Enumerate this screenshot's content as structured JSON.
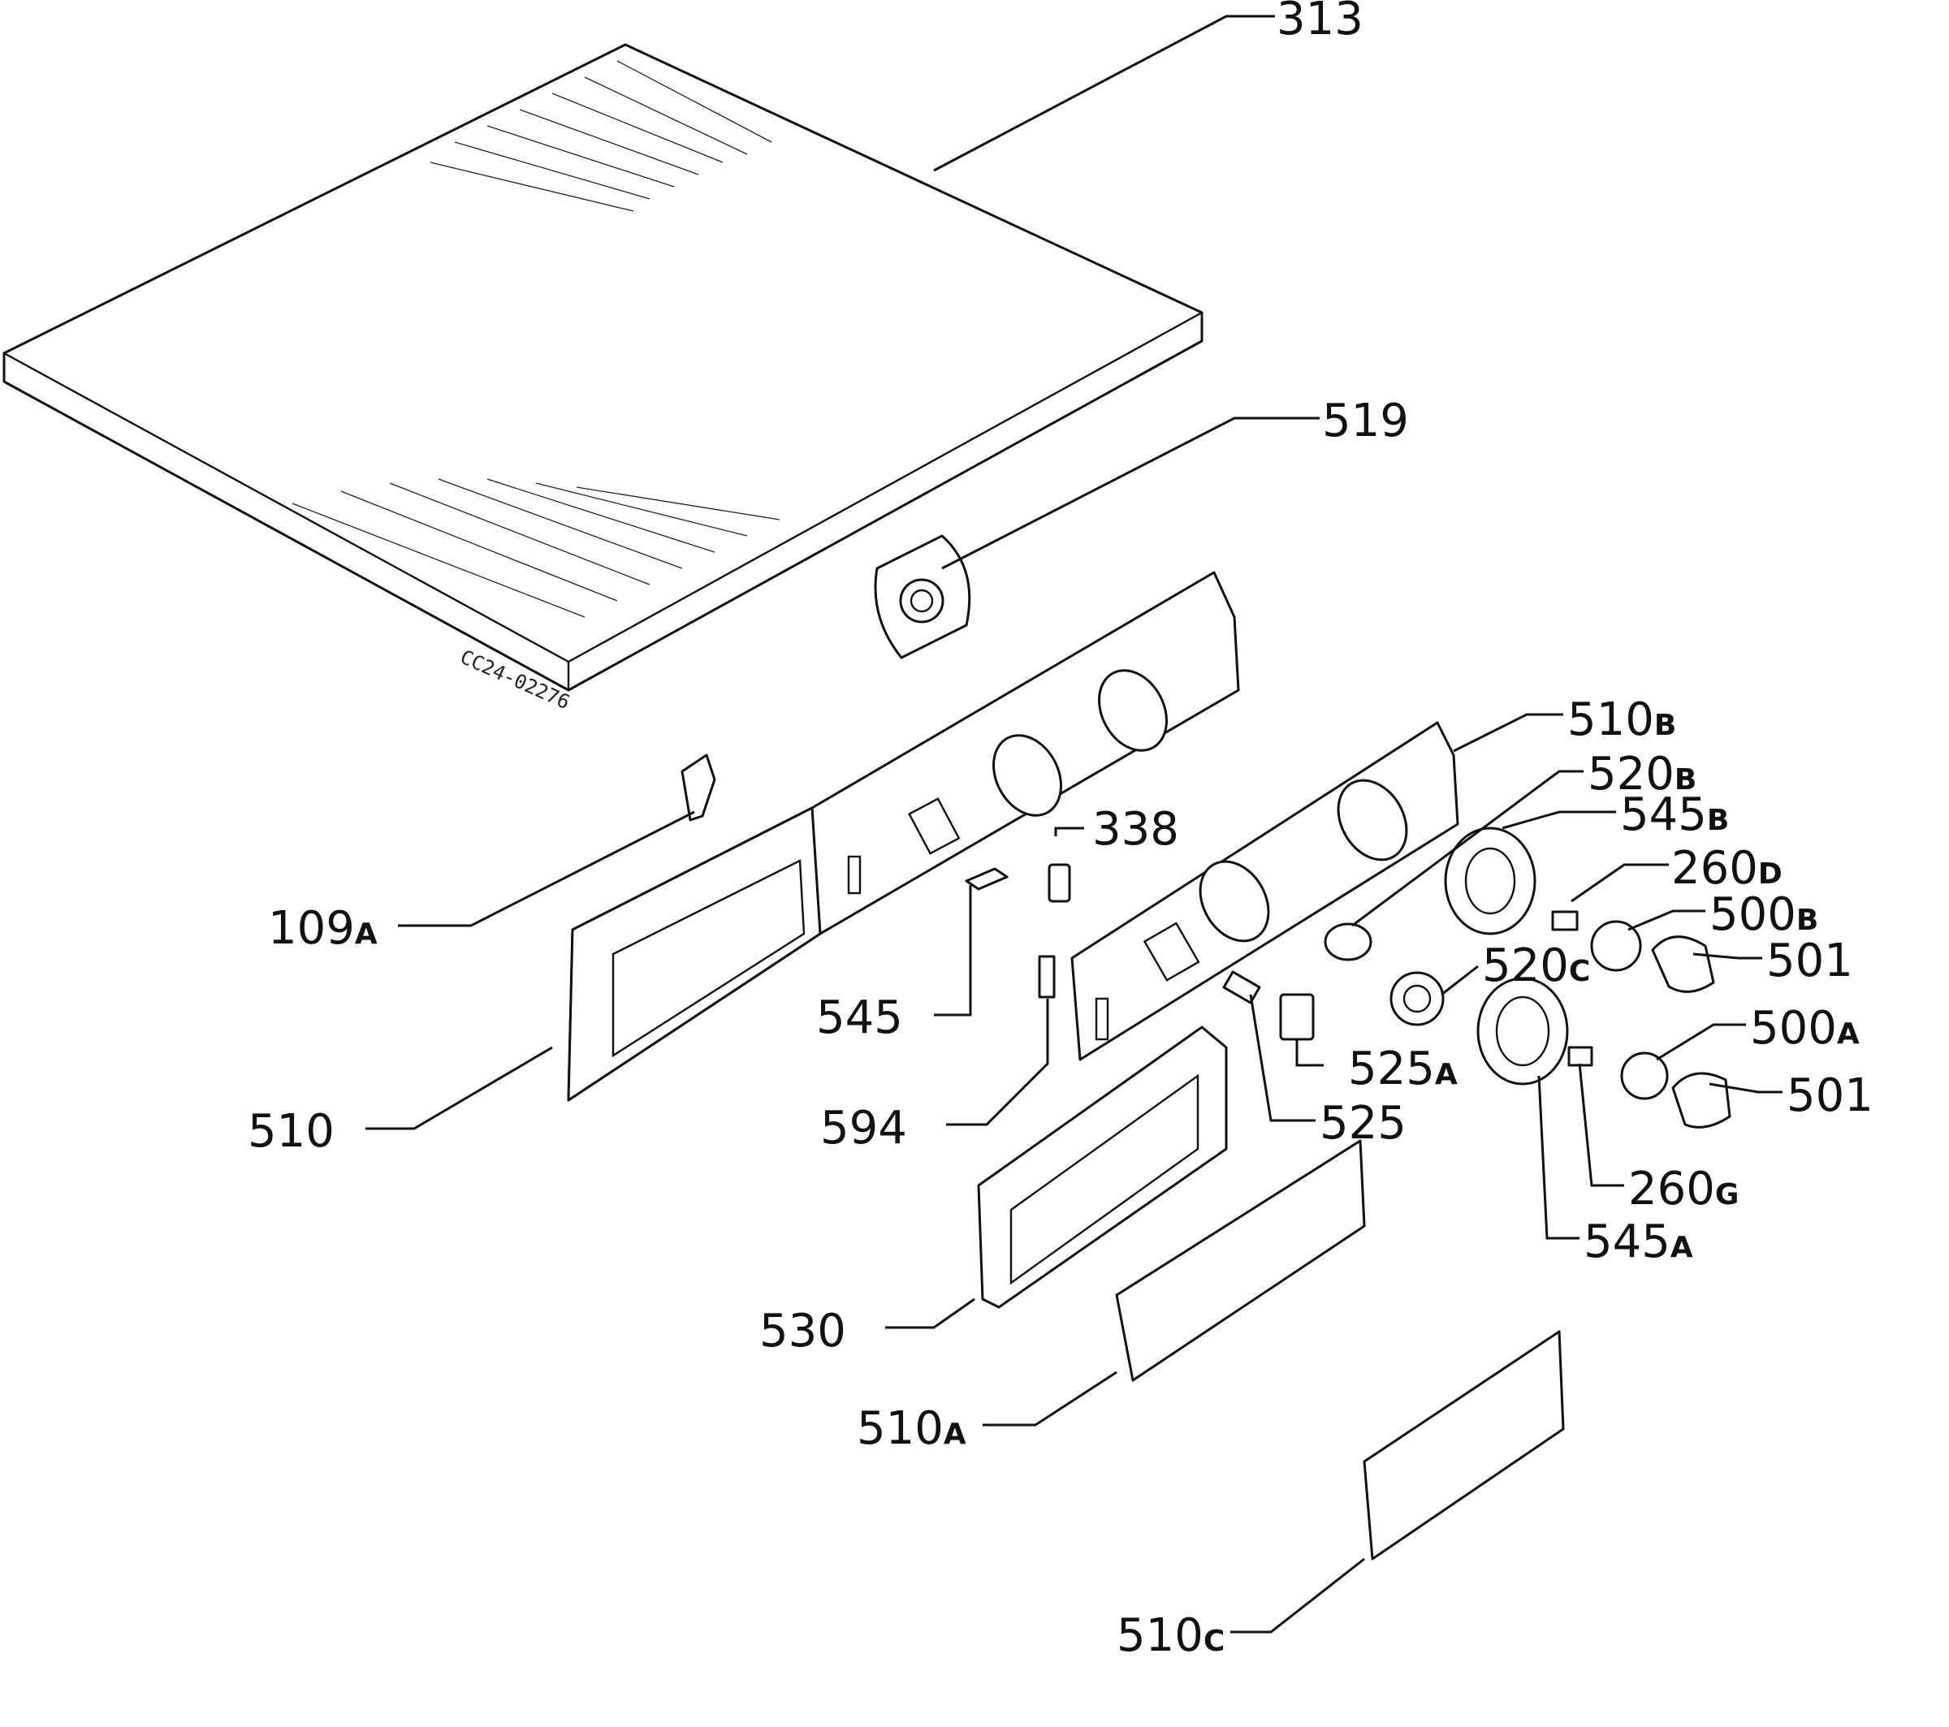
{
  "drawing_code": "CC24-02276",
  "labels": {
    "l313": {
      "num": "313",
      "sfx": ""
    },
    "l519": {
      "num": "519",
      "sfx": ""
    },
    "l109a": {
      "num": "109",
      "sfx": "A"
    },
    "l510": {
      "num": "510",
      "sfx": ""
    },
    "l338": {
      "num": "338",
      "sfx": ""
    },
    "l545": {
      "num": "545",
      "sfx": ""
    },
    "l594": {
      "num": "594",
      "sfx": ""
    },
    "l510b": {
      "num": "510",
      "sfx": "B"
    },
    "l520b": {
      "num": "520",
      "sfx": "B"
    },
    "l545b": {
      "num": "545",
      "sfx": "B"
    },
    "l260d": {
      "num": "260",
      "sfx": "D"
    },
    "l500b": {
      "num": "500",
      "sfx": "B"
    },
    "l501a": {
      "num": "501",
      "sfx": ""
    },
    "l520c": {
      "num": "520",
      "sfx": "C"
    },
    "l500a": {
      "num": "500",
      "sfx": "A"
    },
    "l501b": {
      "num": "501",
      "sfx": ""
    },
    "l525a": {
      "num": "525",
      "sfx": "A"
    },
    "l525": {
      "num": "525",
      "sfx": ""
    },
    "l260g": {
      "num": "260",
      "sfx": "G"
    },
    "l545a": {
      "num": "545",
      "sfx": "A"
    },
    "l530": {
      "num": "530",
      "sfx": ""
    },
    "l510a": {
      "num": "510",
      "sfx": "A"
    },
    "l510c": {
      "num": "510",
      "sfx": "C"
    }
  }
}
